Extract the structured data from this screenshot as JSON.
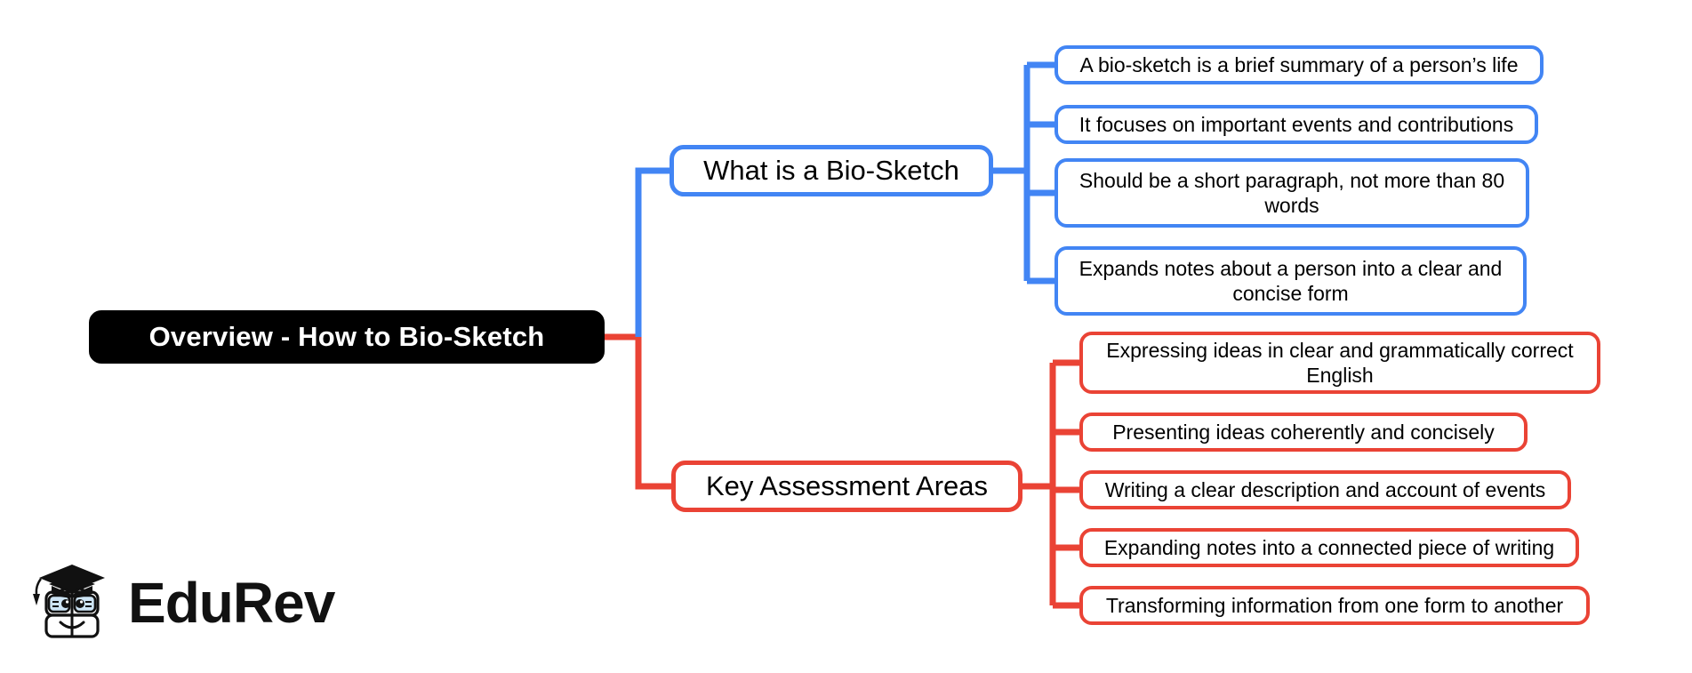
{
  "diagram": {
    "type": "mind-map",
    "orientation": "left-to-right",
    "root": {
      "label": "Overview - How to Bio-Sketch",
      "color": "#000000",
      "text_color": "#ffffff"
    },
    "branches": [
      {
        "label": "What is a Bio-Sketch",
        "color": "#4285F4",
        "children": [
          {
            "label": "A bio-sketch is a brief summary of a person’s life"
          },
          {
            "label": "It focuses on important events and contributions"
          },
          {
            "label": "Should be a short paragraph, not more than 80 words"
          },
          {
            "label": "Expands notes about a person into a clear and concise form"
          }
        ]
      },
      {
        "label": "Key Assessment Areas",
        "color": "#EA4335",
        "children": [
          {
            "label": "Expressing ideas in clear and grammatically correct English"
          },
          {
            "label": "Presenting ideas coherently and concisely"
          },
          {
            "label": "Writing a clear description and account of events"
          },
          {
            "label": "Expanding notes into a connected piece of writing"
          },
          {
            "label": "Transforming information from one form to another"
          }
        ]
      }
    ]
  },
  "branding": {
    "wordmark": "EduRev",
    "mark_icon": "graduation-cap-mascot-icon"
  },
  "colors": {
    "background": "#ffffff",
    "blue": "#4285F4",
    "red": "#EA4335",
    "root": "#000000",
    "text": "#000000",
    "glasses_fill": "#CDE4F5"
  }
}
